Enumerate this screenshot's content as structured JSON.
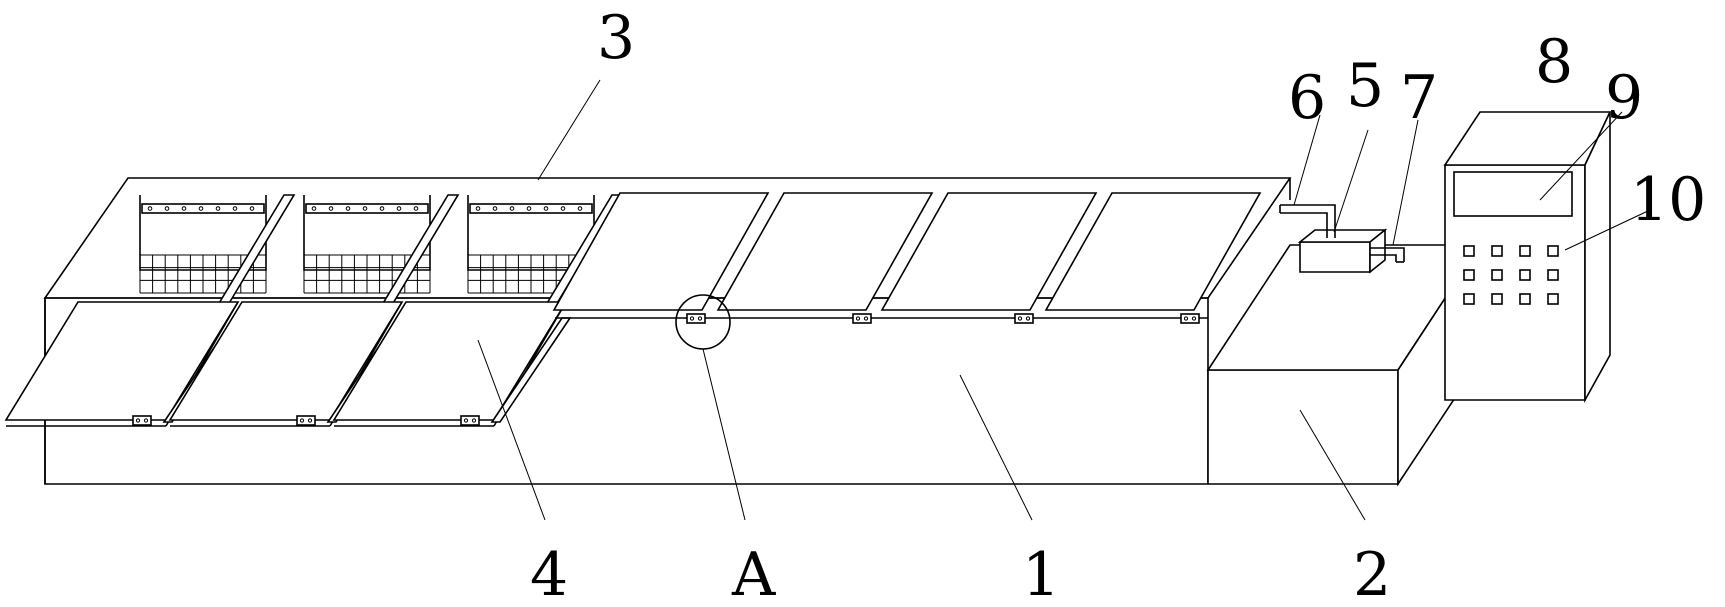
{
  "figure": {
    "labels": [
      {
        "id": "label-1",
        "text": "1"
      },
      {
        "id": "label-2",
        "text": "2"
      },
      {
        "id": "label-3",
        "text": "3"
      },
      {
        "id": "label-4",
        "text": "4"
      },
      {
        "id": "label-5",
        "text": "5"
      },
      {
        "id": "label-6",
        "text": "6"
      },
      {
        "id": "label-7",
        "text": "7"
      },
      {
        "id": "label-8",
        "text": "8"
      },
      {
        "id": "label-9",
        "text": "9"
      },
      {
        "id": "label-10",
        "text": "10"
      },
      {
        "id": "label-a",
        "text": "A"
      }
    ],
    "open_bays": 3,
    "closed_lids": 4,
    "keypad": {
      "rows": 3,
      "columns": 4
    }
  }
}
